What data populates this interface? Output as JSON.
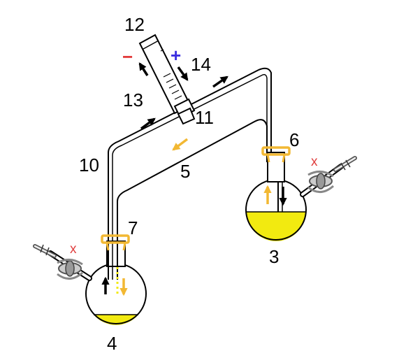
{
  "labels": {
    "n12": "12",
    "n14": "14",
    "n13": "13",
    "n11": "11",
    "n10": "10",
    "n5": "5",
    "n6": "6",
    "n7": "7",
    "n3": "3",
    "n4": "4",
    "minus": "−",
    "plus": "+",
    "x_right": "x",
    "x_left": "x"
  },
  "colors": {
    "liquid": "#f2ea10",
    "stopper": "#f2b833",
    "flow_arrow": "#f2b833",
    "minus": "#e23b3b",
    "plus": "#3b2fe0",
    "x_mark": "#e04040",
    "outline": "#000000"
  }
}
